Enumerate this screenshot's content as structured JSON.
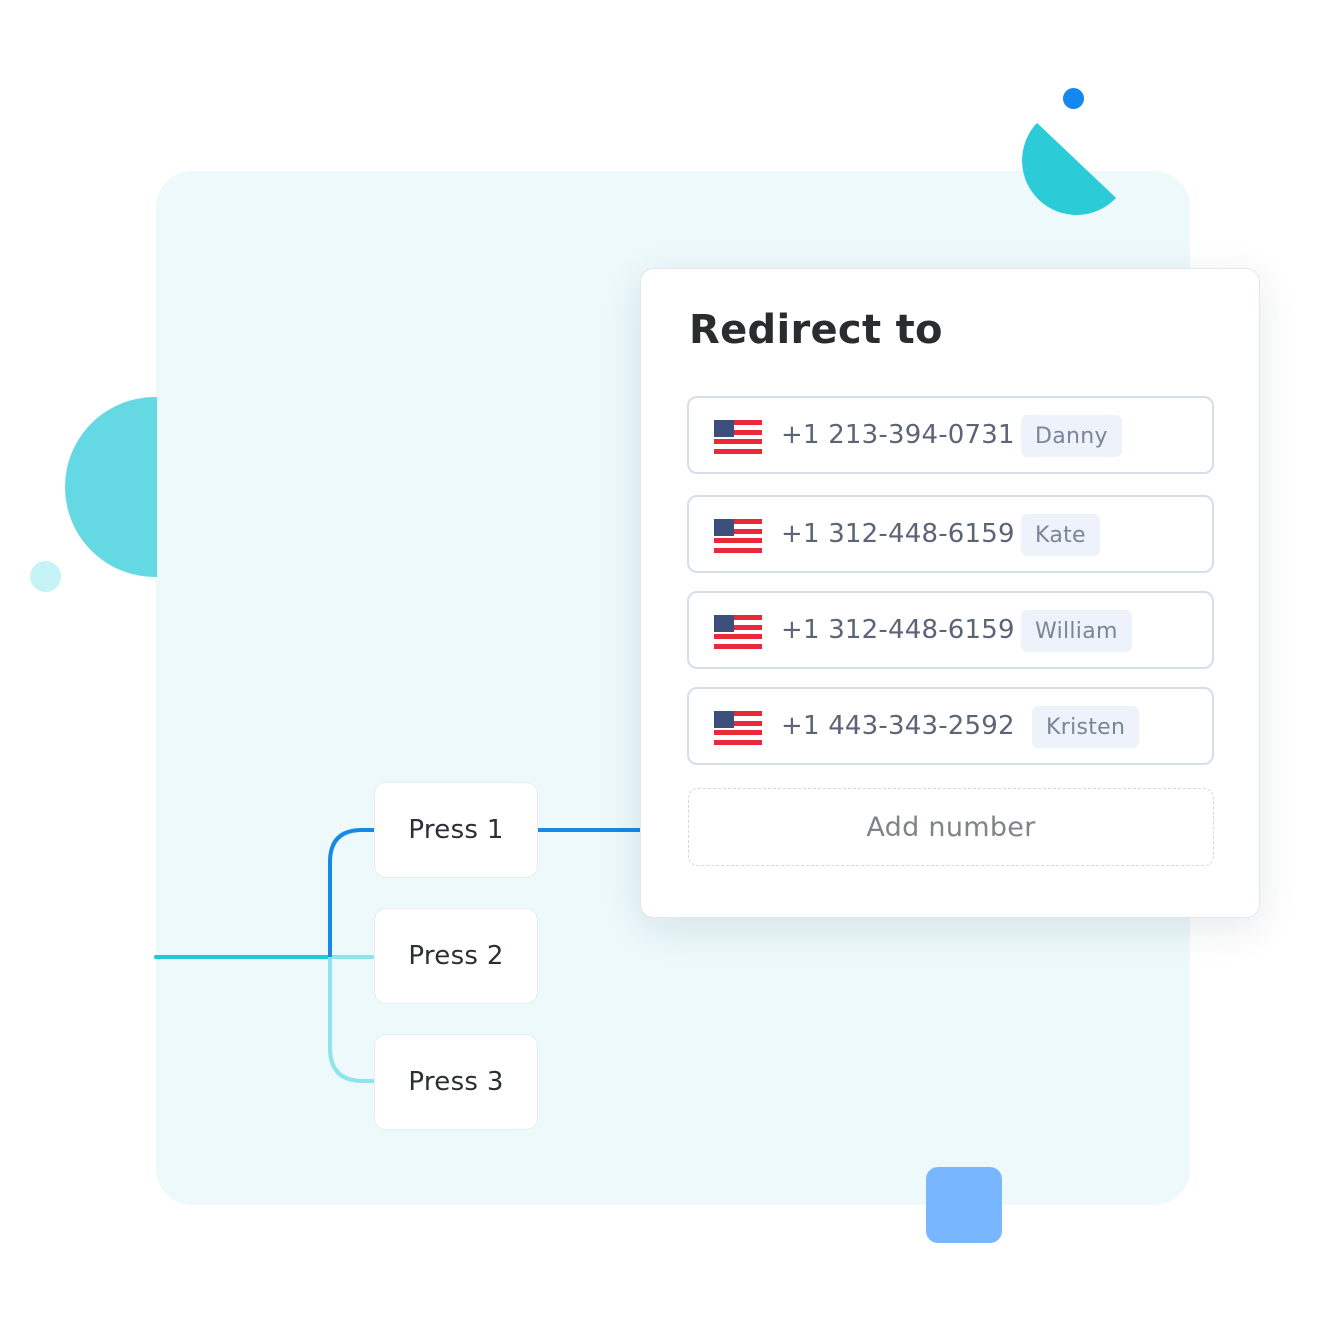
{
  "redirect": {
    "title": "Redirect to",
    "numbers": [
      {
        "phone": "+1 213-394-0731",
        "name": "Danny",
        "flag_icon": "us-flag-icon"
      },
      {
        "phone": "+1 312-448-6159",
        "name": "Kate",
        "flag_icon": "us-flag-icon"
      },
      {
        "phone": "+1 312-448-6159",
        "name": "William",
        "flag_icon": "us-flag-icon"
      },
      {
        "phone": "+1 443-343-2592",
        "name": "Kristen",
        "flag_icon": "us-flag-icon"
      }
    ],
    "add_label": "Add number"
  },
  "menu": {
    "options": [
      {
        "label": "Press 1"
      },
      {
        "label": "Press 2"
      },
      {
        "label": "Press 3"
      }
    ]
  },
  "colors": {
    "panel_bg": "#edf9fb",
    "line_active": "#148ae6",
    "line_teal": "#1fc9d6",
    "line_light": "#8fe3ea",
    "accent_blue": "#1487f0",
    "accent_teal": "#2ccbd8"
  }
}
